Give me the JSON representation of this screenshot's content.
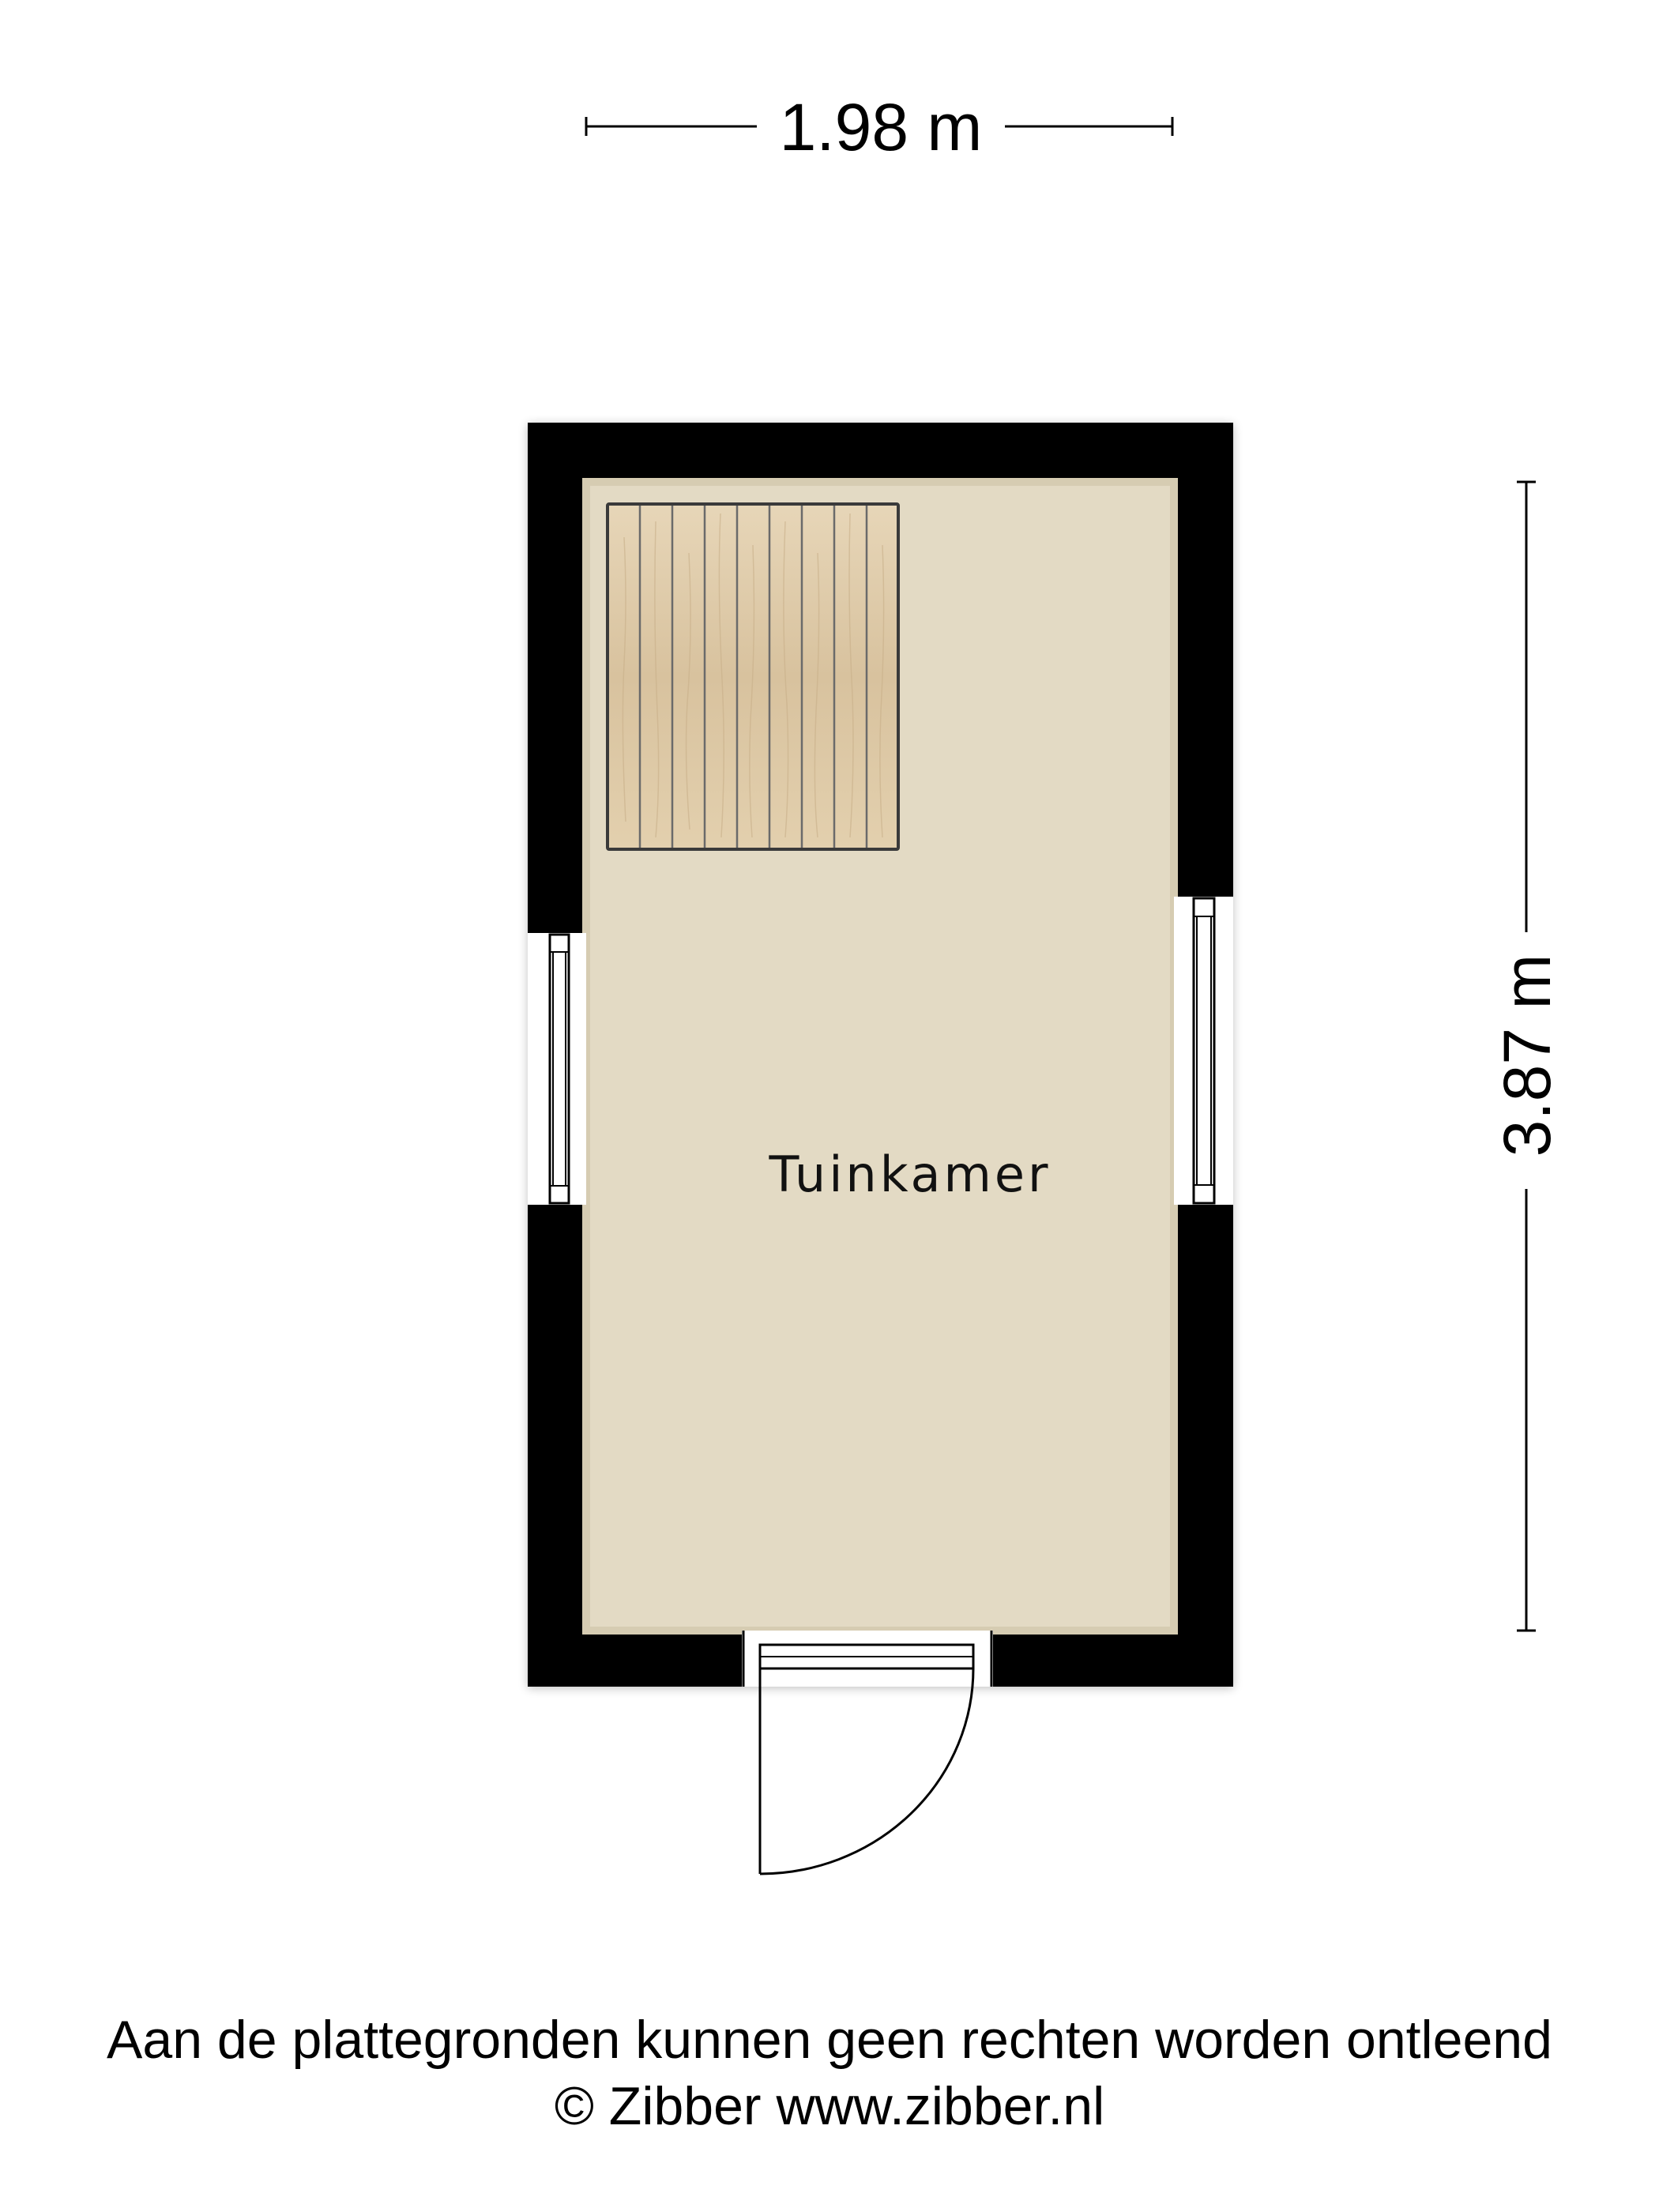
{
  "dimensions": {
    "width_label": "1.98 m",
    "height_label": "3.87 m"
  },
  "rooms": [
    {
      "name": "Tuinkamer"
    }
  ],
  "footer": {
    "disclaimer": "Aan de plattegronden kunnen geen rechten worden ontleend",
    "copyright": "© Zibber www.zibber.nl"
  },
  "colors": {
    "wall": "#000000",
    "floor": "#e3dac4",
    "wood": "#dcc8a8",
    "wood_seams": "#555555",
    "dimension_line": "#000000"
  }
}
